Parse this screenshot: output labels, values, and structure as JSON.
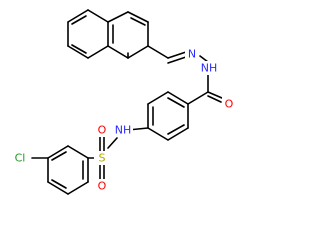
{
  "atom_labels": {
    "cl": "Cl",
    "s": "S",
    "o_top": "O",
    "o_bottom": "O",
    "nh": "NH",
    "n_hydrazone": "N",
    "nh_hydrazone": "NH",
    "o_carbonyl": "O"
  },
  "colors": {
    "bond": "#000000",
    "chlorine": "#1f9b1f",
    "sulfur": "#b5a800",
    "oxygen": "#ff0000",
    "nitrogen": "#2b2bff"
  }
}
